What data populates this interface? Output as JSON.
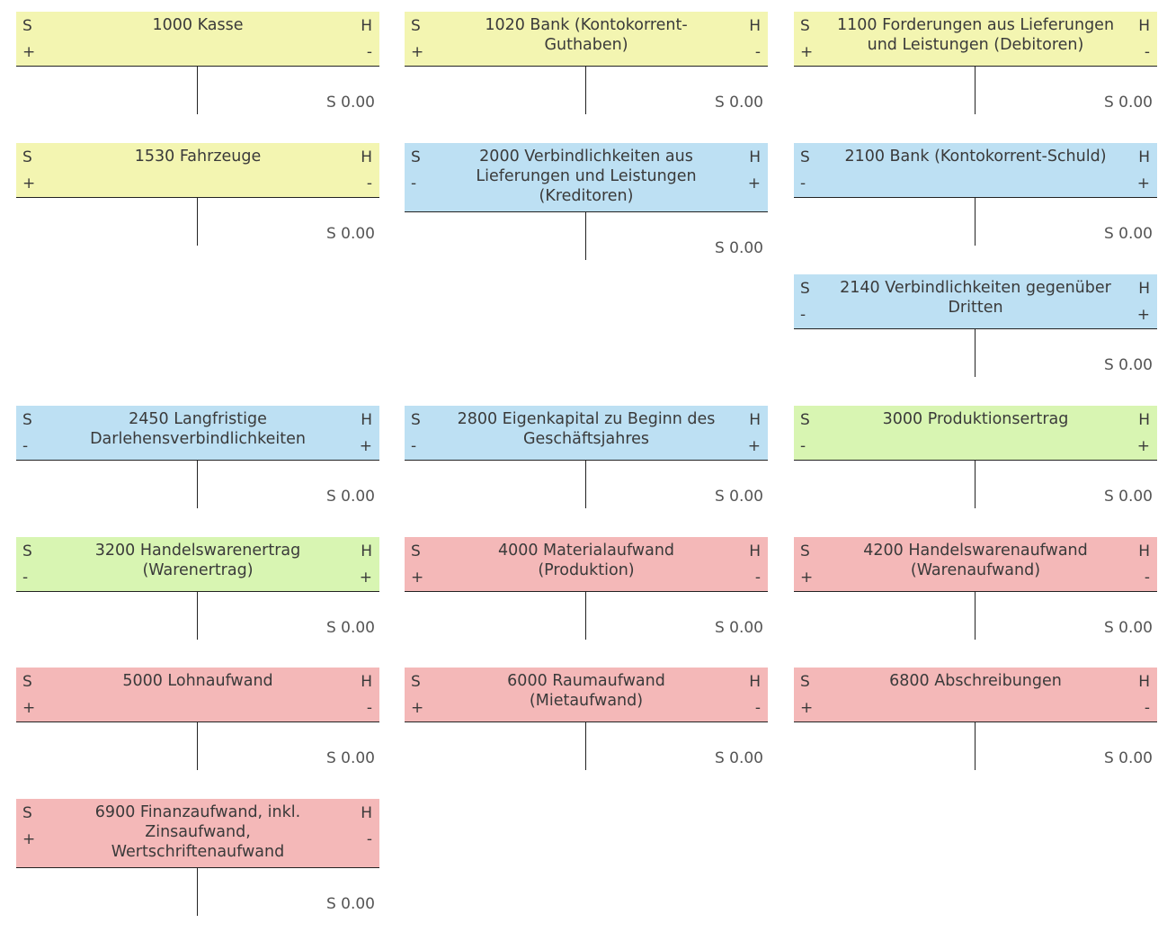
{
  "accounts": [
    {
      "title": "1000 Kasse",
      "left_label": "S",
      "right_label": "H",
      "left_sign": "+",
      "right_sign": "-",
      "balance": "S 0.00",
      "color": "#f3f5b1"
    },
    {
      "title": "1020 Bank (Kontokorrent-Guthaben)",
      "left_label": "S",
      "right_label": "H",
      "left_sign": "+",
      "right_sign": "-",
      "balance": "S 0.00",
      "color": "#f3f5b1"
    },
    {
      "title": "1100 Forderungen aus Lieferungen und Leistungen (Debitoren)",
      "left_label": "S",
      "right_label": "H",
      "left_sign": "+",
      "right_sign": "-",
      "balance": "S 0.00",
      "color": "#f3f5b1"
    },
    {
      "title": "1530 Fahrzeuge",
      "left_label": "S",
      "right_label": "H",
      "left_sign": "+",
      "right_sign": "-",
      "balance": "S 0.00",
      "color": "#f3f5b1"
    },
    {
      "title": "2000 Verbindlichkeiten aus Lieferungen und Leistungen (Kreditoren)",
      "left_label": "S",
      "right_label": "H",
      "left_sign": "-",
      "right_sign": "+",
      "balance": "S 0.00",
      "color": "#bde0f3"
    },
    {
      "title": "2100 Bank (Kontokorrent-Schuld)",
      "left_label": "S",
      "right_label": "H",
      "left_sign": "-",
      "right_sign": "+",
      "balance": "S 0.00",
      "color": "#bde0f3"
    },
    {
      "title": "2140 Verbindlichkeiten gegenüber Dritten",
      "left_label": "S",
      "right_label": "H",
      "left_sign": "-",
      "right_sign": "+",
      "balance": "S 0.00",
      "color": "#bde0f3"
    },
    {
      "title": "2450 Langfristige Darlehensverbindlichkeiten",
      "left_label": "S",
      "right_label": "H",
      "left_sign": "-",
      "right_sign": "+",
      "balance": "S 0.00",
      "color": "#bde0f3"
    },
    {
      "title": "2800 Eigenkapital zu Beginn des Geschäftsjahres",
      "left_label": "S",
      "right_label": "H",
      "left_sign": "-",
      "right_sign": "+",
      "balance": "S 0.00",
      "color": "#bde0f3"
    },
    {
      "title": "3000 Produktionsertrag",
      "left_label": "S",
      "right_label": "H",
      "left_sign": "-",
      "right_sign": "+",
      "balance": "S 0.00",
      "color": "#d8f5b2"
    },
    {
      "title": "3200 Handelswarenertrag (Warenertrag)",
      "left_label": "S",
      "right_label": "H",
      "left_sign": "-",
      "right_sign": "+",
      "balance": "S 0.00",
      "color": "#d8f5b2"
    },
    {
      "title": "4000 Materialaufwand (Produktion)",
      "left_label": "S",
      "right_label": "H",
      "left_sign": "+",
      "right_sign": "-",
      "balance": "S 0.00",
      "color": "#f4b8b8"
    },
    {
      "title": "4200 Handelswarenaufwand (Warenaufwand)",
      "left_label": "S",
      "right_label": "H",
      "left_sign": "+",
      "right_sign": "-",
      "balance": "S 0.00",
      "color": "#f4b8b8"
    },
    {
      "title": "5000 Lohnaufwand",
      "left_label": "S",
      "right_label": "H",
      "left_sign": "+",
      "right_sign": "-",
      "balance": "S 0.00",
      "color": "#f4b8b8"
    },
    {
      "title": "6000 Raumaufwand (Mietaufwand)",
      "left_label": "S",
      "right_label": "H",
      "left_sign": "+",
      "right_sign": "-",
      "balance": "S 0.00",
      "color": "#f4b8b8"
    },
    {
      "title": "6800 Abschreibungen",
      "left_label": "S",
      "right_label": "H",
      "left_sign": "+",
      "right_sign": "-",
      "balance": "S 0.00",
      "color": "#f4b8b8"
    },
    {
      "title": "6900 Finanzaufwand, inkl. Zinsaufwand, Wertschriftenaufwand",
      "left_label": "S",
      "right_label": "H",
      "left_sign": "+",
      "right_sign": "-",
      "balance": "S 0.00",
      "color": "#f4b8b8"
    }
  ]
}
